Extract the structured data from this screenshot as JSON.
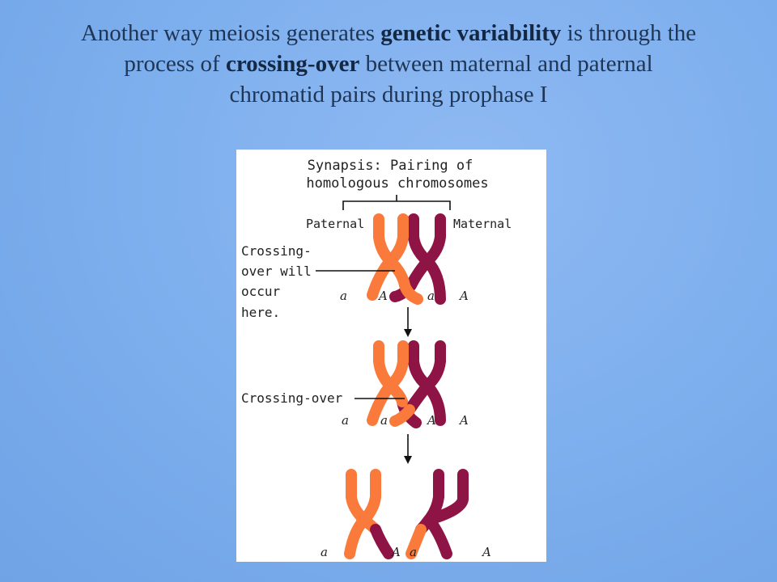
{
  "slide": {
    "text_1": "Another way meiosis generates ",
    "bold_1": "genetic variability",
    "text_2": " is through the",
    "text_3": "process of ",
    "bold_2": "crossing-over",
    "text_4": " between maternal and paternal",
    "text_5": "chromatid pairs during prophase I"
  },
  "diagram": {
    "title_line1": "Synapsis: Pairing of",
    "title_line2": "homologous chromosomes",
    "label_paternal": "Paternal",
    "label_maternal": "Maternal",
    "note_line1": "Crossing-",
    "note_line2": "over will",
    "note_line3": "occur",
    "note_line4": "here.",
    "label_crossing": "Crossing-over",
    "allele_recessive": "a",
    "allele_dominant": "A",
    "colors": {
      "paternal": "#f97a3a",
      "maternal": "#8f1446",
      "panel": "#ffffff"
    }
  }
}
